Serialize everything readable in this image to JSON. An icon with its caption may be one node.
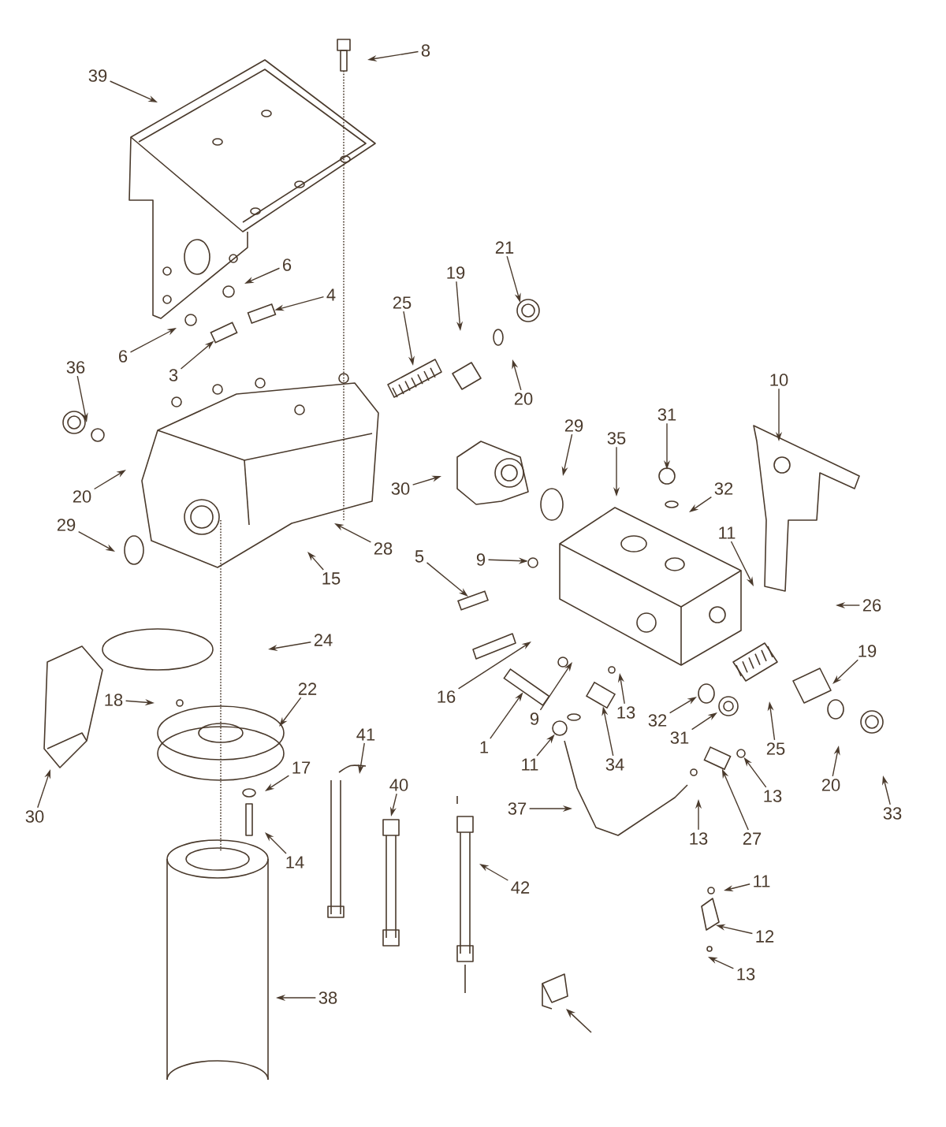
{
  "diagram": {
    "nodes": [
      {
        "text": [
          "39"
        ]
      },
      {
        "text": [
          "8"
        ]
      },
      {
        "text": [
          "6"
        ]
      },
      {
        "text": [
          "4"
        ]
      },
      {
        "text": [
          "6"
        ]
      },
      {
        "text": [
          "3"
        ]
      },
      {
        "text": [
          "25"
        ]
      },
      {
        "text": [
          "19"
        ]
      },
      {
        "text": [
          "21"
        ]
      },
      {
        "text": [
          "20"
        ]
      },
      {
        "text": [
          "36"
        ]
      },
      {
        "text": [
          "20"
        ]
      },
      {
        "text": [
          "29"
        ]
      },
      {
        "text": [
          "30"
        ]
      },
      {
        "text": [
          "28"
        ]
      },
      {
        "text": [
          "15"
        ]
      },
      {
        "text": [
          "30"
        ]
      },
      {
        "text": [
          "29"
        ]
      },
      {
        "text": [
          "35"
        ]
      },
      {
        "text": [
          "31"
        ]
      },
      {
        "text": [
          "32"
        ]
      },
      {
        "text": [
          "10"
        ]
      },
      {
        "text": [
          "11"
        ]
      },
      {
        "text": [
          "26"
        ]
      },
      {
        "text": [
          "5"
        ]
      },
      {
        "text": [
          "9"
        ]
      },
      {
        "text": [
          "24"
        ]
      },
      {
        "text": [
          "16"
        ]
      },
      {
        "text": [
          "1"
        ]
      },
      {
        "text": [
          "9"
        ]
      },
      {
        "text": [
          "13"
        ]
      },
      {
        "text": [
          "11"
        ]
      },
      {
        "text": [
          "34"
        ]
      },
      {
        "text": [
          "32"
        ]
      },
      {
        "text": [
          "31"
        ]
      },
      {
        "text": [
          "25"
        ]
      },
      {
        "text": [
          "19"
        ]
      },
      {
        "text": [
          "20"
        ]
      },
      {
        "text": [
          "33"
        ]
      },
      {
        "text": [
          "13"
        ]
      },
      {
        "text": [
          "27"
        ]
      },
      {
        "text": [
          "13"
        ]
      },
      {
        "text": [
          "37"
        ]
      },
      {
        "text": [
          "18"
        ]
      },
      {
        "text": [
          "22"
        ]
      },
      {
        "text": [
          "17"
        ]
      },
      {
        "text": [
          "14"
        ]
      },
      {
        "text": [
          "41"
        ]
      },
      {
        "text": [
          "40"
        ]
      },
      {
        "text": [
          "42"
        ]
      },
      {
        "text": [
          "38"
        ]
      },
      {
        "text": [
          "11"
        ]
      },
      {
        "text": [
          "12"
        ]
      },
      {
        "text": [
          "13"
        ]
      },
      {
        "text": [],
        "shape": "bar"
      },
      {
        "text": [],
        "shape": "bar"
      },
      {
        "text": [],
        "shape": "bar"
      },
      {
        "text": [],
        "shape": "circle"
      },
      {
        "text": [],
        "shape": "box"
      },
      {
        "text": [],
        "shape": "circle"
      },
      {
        "text": [],
        "shape": "box"
      },
      {
        "text": [],
        "shape": "bar"
      }
    ],
    "edges": [
      {
        "from": 0,
        "to": null,
        "arrow": "to"
      },
      {
        "from": 1,
        "to": null,
        "arrow": "to"
      },
      {
        "from": 2,
        "to": null,
        "arrow": "to"
      },
      {
        "from": 3,
        "to": 54,
        "arrow": "to"
      },
      {
        "from": 4,
        "to": null,
        "arrow": "to"
      },
      {
        "from": 5,
        "to": 61,
        "arrow": "to"
      },
      {
        "from": 6,
        "to": null,
        "arrow": "to"
      },
      {
        "from": 7,
        "to": null,
        "arrow": "to"
      },
      {
        "from": 8,
        "to": null,
        "arrow": "to"
      },
      {
        "from": 9,
        "to": null,
        "arrow": "to"
      },
      {
        "from": 10,
        "to": null,
        "arrow": "to"
      },
      {
        "from": 11,
        "to": null,
        "arrow": "to"
      },
      {
        "from": 12,
        "to": null,
        "arrow": "to"
      },
      {
        "from": 13,
        "to": null,
        "arrow": "to"
      },
      {
        "from": 14,
        "to": null,
        "arrow": "to"
      },
      {
        "from": 15,
        "to": null,
        "arrow": "to"
      },
      {
        "from": 16,
        "to": null,
        "arrow": "to"
      },
      {
        "from": 17,
        "to": null,
        "arrow": "to"
      },
      {
        "from": 18,
        "to": null,
        "arrow": "to"
      },
      {
        "from": 19,
        "to": null,
        "arrow": "to"
      },
      {
        "from": 20,
        "to": null,
        "arrow": "to"
      },
      {
        "from": 21,
        "to": null,
        "arrow": "to"
      },
      {
        "from": 22,
        "to": null,
        "arrow": "to"
      },
      {
        "from": 23,
        "to": null,
        "arrow": "to"
      },
      {
        "from": 24,
        "to": 55,
        "arrow": "to"
      },
      {
        "from": 25,
        "to": null,
        "arrow": "to"
      },
      {
        "from": 26,
        "to": null,
        "arrow": "to"
      },
      {
        "from": 27,
        "to": null,
        "arrow": "to"
      },
      {
        "from": 28,
        "to": 56,
        "arrow": "to"
      },
      {
        "from": 29,
        "to": null,
        "arrow": "to"
      },
      {
        "from": 30,
        "to": null,
        "arrow": "to"
      },
      {
        "from": 31,
        "to": 57,
        "arrow": "to"
      },
      {
        "from": 32,
        "to": 58,
        "arrow": "to"
      },
      {
        "from": 33,
        "to": null,
        "arrow": "to"
      },
      {
        "from": 34,
        "to": null,
        "arrow": "to"
      },
      {
        "from": 35,
        "to": null,
        "arrow": "to"
      },
      {
        "from": 36,
        "to": null,
        "arrow": "to"
      },
      {
        "from": 37,
        "to": null,
        "arrow": "to"
      },
      {
        "from": 38,
        "to": null,
        "arrow": "to"
      },
      {
        "from": 39,
        "to": 59,
        "arrow": "to"
      },
      {
        "from": 40,
        "to": 60,
        "arrow": "to"
      },
      {
        "from": 41,
        "to": null,
        "arrow": "to"
      },
      {
        "from": 42,
        "to": null,
        "arrow": "to"
      },
      {
        "from": 43,
        "to": null,
        "arrow": "to"
      },
      {
        "from": 44,
        "to": null,
        "arrow": "to"
      },
      {
        "from": 45,
        "to": null,
        "arrow": "to"
      },
      {
        "from": 46,
        "to": null,
        "arrow": "to"
      },
      {
        "from": 47,
        "to": null,
        "arrow": "to"
      },
      {
        "from": 48,
        "to": null,
        "arrow": "to"
      },
      {
        "from": 49,
        "to": null,
        "arrow": "to"
      },
      {
        "from": 50,
        "to": null,
        "arrow": "to"
      },
      {
        "from": 51,
        "to": null,
        "arrow": "to"
      },
      {
        "from": 52,
        "to": null,
        "arrow": "to"
      },
      {
        "from": 53,
        "to": null,
        "arrow": "to"
      }
    ]
  }
}
